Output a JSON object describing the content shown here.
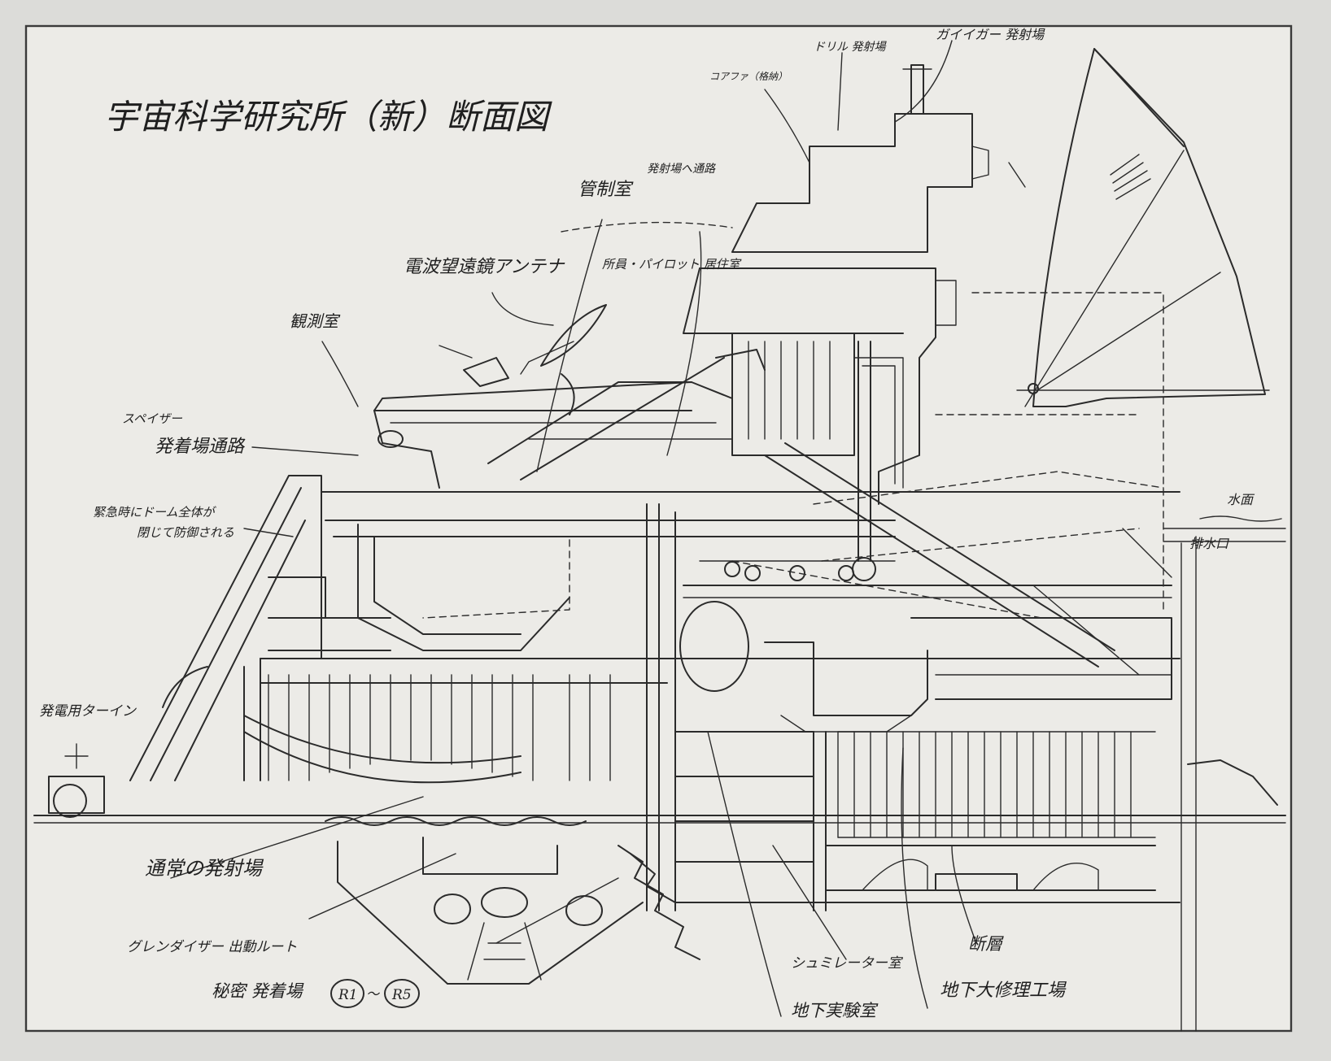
{
  "title": "宇宙科学研究所（新）断面図",
  "labels": {
    "top_right_1": "ガイイガー 発射場",
    "top_right_2": "ドリル 発射場",
    "top_right_3": "コアファ（格納）",
    "control_room": "管制室",
    "launch_cutout": "発射場へ通路",
    "radio_telescope": "電波望遠鏡アンテナ",
    "control_memo": "所員・パイロット 居住室",
    "observatory": "観測室",
    "spaceguider_a": "スペイザー",
    "spaceguider_b": "発着場通路",
    "emergency_a": "緊急時にドーム全体が",
    "emergency_b": "閉じて防御される",
    "sea_surface": "水面",
    "water_intake": "排水口",
    "service_carrier": "発電用ターイン",
    "normal_launch": "通常の発射場",
    "grendizer_path": "グレンダイザー 出動ルート",
    "secret_base": "秘密 発着場",
    "r1": "R1",
    "r5": "R5",
    "simulator": "シュミレーター室",
    "underground_lab": "地下実験室",
    "breaker": "断層",
    "underground_factory": "地下大修理工場"
  },
  "colors": {
    "paper": "#ecebe7",
    "ink": "#2b2b2b",
    "background": "#dcdcd9"
  }
}
